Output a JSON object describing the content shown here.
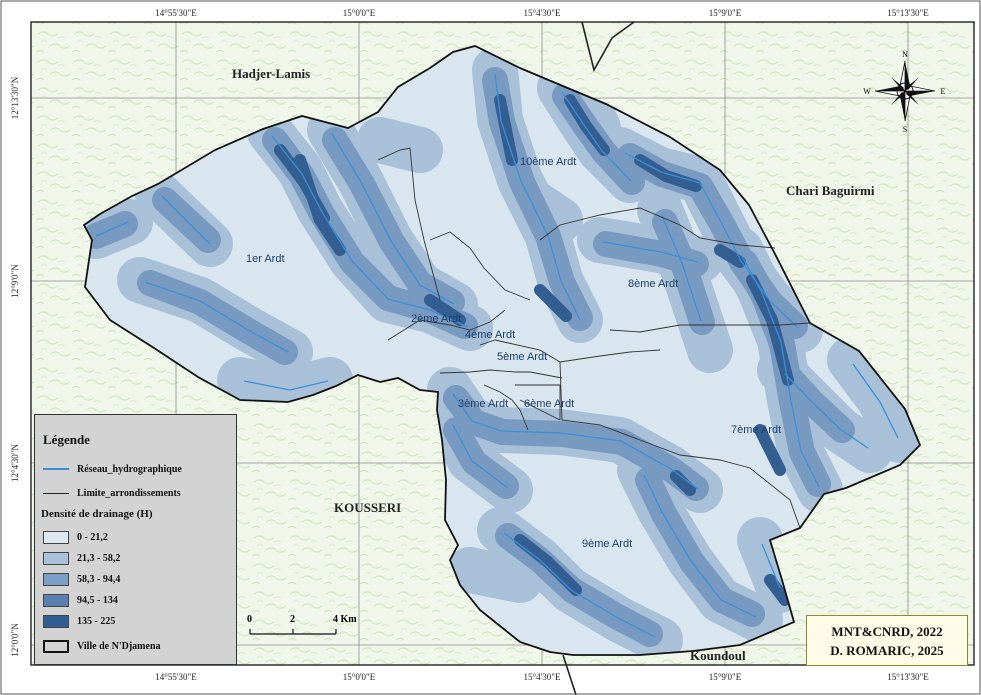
{
  "map": {
    "top_ticks": [
      "14°55'30\"E",
      "15°0'0\"E",
      "15°4'30\"E",
      "15°9'0\"E",
      "15°13'30\"E"
    ],
    "bottom_ticks": [
      "14°55'30\"E",
      "15°0'0\"E",
      "15°4'30\"E",
      "15°9'0\"E",
      "15°13'30\"E"
    ],
    "left_ticks": [
      "12°13'30\"N",
      "12°9'0\"N",
      "12°4'30\"N",
      "12°0'0\"N"
    ],
    "regions": {
      "hadjer": "Hadjer-Lamis",
      "chari": "Chari Baguirmi",
      "kousseri": "KOUSSERI",
      "koundoul": "Koundoul"
    },
    "arrondissements": {
      "a1": "1er Ardt",
      "a2": "2ème Ardt",
      "a3": "3ème Ardt",
      "a4": "4ème Ardt",
      "a5": "5ème Ardt",
      "a6": "6ème Ardt",
      "a7": "7ème Ardt",
      "a8": "8ème Ardt",
      "a9": "9ème Ardt",
      "a10": "10ème Ardt"
    },
    "compass": {
      "n": "N",
      "s": "S",
      "e": "E",
      "w": "W"
    }
  },
  "legend": {
    "title": "Légende",
    "river": "Réseau_hydrographique",
    "boundary": "Limite_arrondissements",
    "density_title": "Densité de drainage (H)",
    "classes": [
      {
        "label": "0 - 21,2",
        "color": "#dde8f1"
      },
      {
        "label": "21,3 - 58,2",
        "color": "#a9c2d9"
      },
      {
        "label": "58,3 - 94,4",
        "color": "#7b9ec4"
      },
      {
        "label": "94,5 - 134",
        "color": "#5a7fb1"
      },
      {
        "label": "135 - 225",
        "color": "#2f5e95"
      }
    ],
    "city": "Ville de N'Djamena"
  },
  "scale": {
    "labels": [
      "0",
      "2",
      "4 Km"
    ]
  },
  "credits": {
    "line1": "MNT&CNRD, 2022",
    "line2": "D. ROMARIC, 2025"
  },
  "colors": {
    "river": "#3b8fd8",
    "terrain": "#eef6e6",
    "terrain_lines": "#cfe7c2",
    "city_base": "#d9e6ef"
  }
}
